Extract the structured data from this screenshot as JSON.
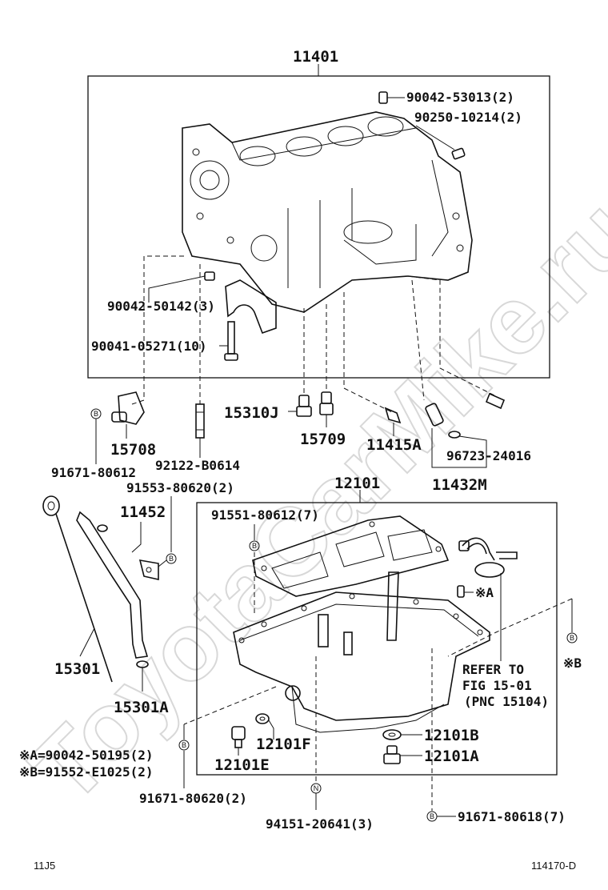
{
  "watermark": "ToyotaCarMike.ru",
  "footer": {
    "left": "11J5",
    "right": "114170-D"
  },
  "labels": {
    "block": "11401",
    "bolt_plug": "90042-53013(2)",
    "pin": "90250-10214(2)",
    "plug_50142": "90042-50142(3)",
    "bolt_05271": "90041-05271(10)",
    "switch_j": "15310J",
    "sw_15709": "15709",
    "union_11415a": "11415A",
    "nozzle_kit": "11432M",
    "oring_24016": "96723-24016",
    "cover_15708": "15708",
    "bolt_80612": "91671-80612",
    "stud_b0614": "92122-B0614",
    "bolt_80620_2": "91553-80620(2)",
    "guide_11452": "11452",
    "gauge_15301": "15301",
    "oring_15301a": "15301A",
    "pan_12101": "12101",
    "bolt_80612_7": "91551-80612(7)",
    "mark_a": "※A",
    "mark_b": "※B",
    "refer_1": "REFER TO",
    "refer_2": "FIG 15-01",
    "refer_3": "(PNC 15104)",
    "gasket_12101f": "12101F",
    "plug_12101e": "12101E",
    "gasket_12101b": "12101B",
    "plug_12101a": "12101A",
    "note_a": "※A=90042-50195(2)",
    "note_b": "※B=91552-E1025(2)",
    "bolt_80620": "91671-80620(2)",
    "nut_20641": "94151-20641(3)",
    "bolt_80618": "91671-80618(7)",
    "circle_b": "B",
    "circle_n": "N"
  }
}
